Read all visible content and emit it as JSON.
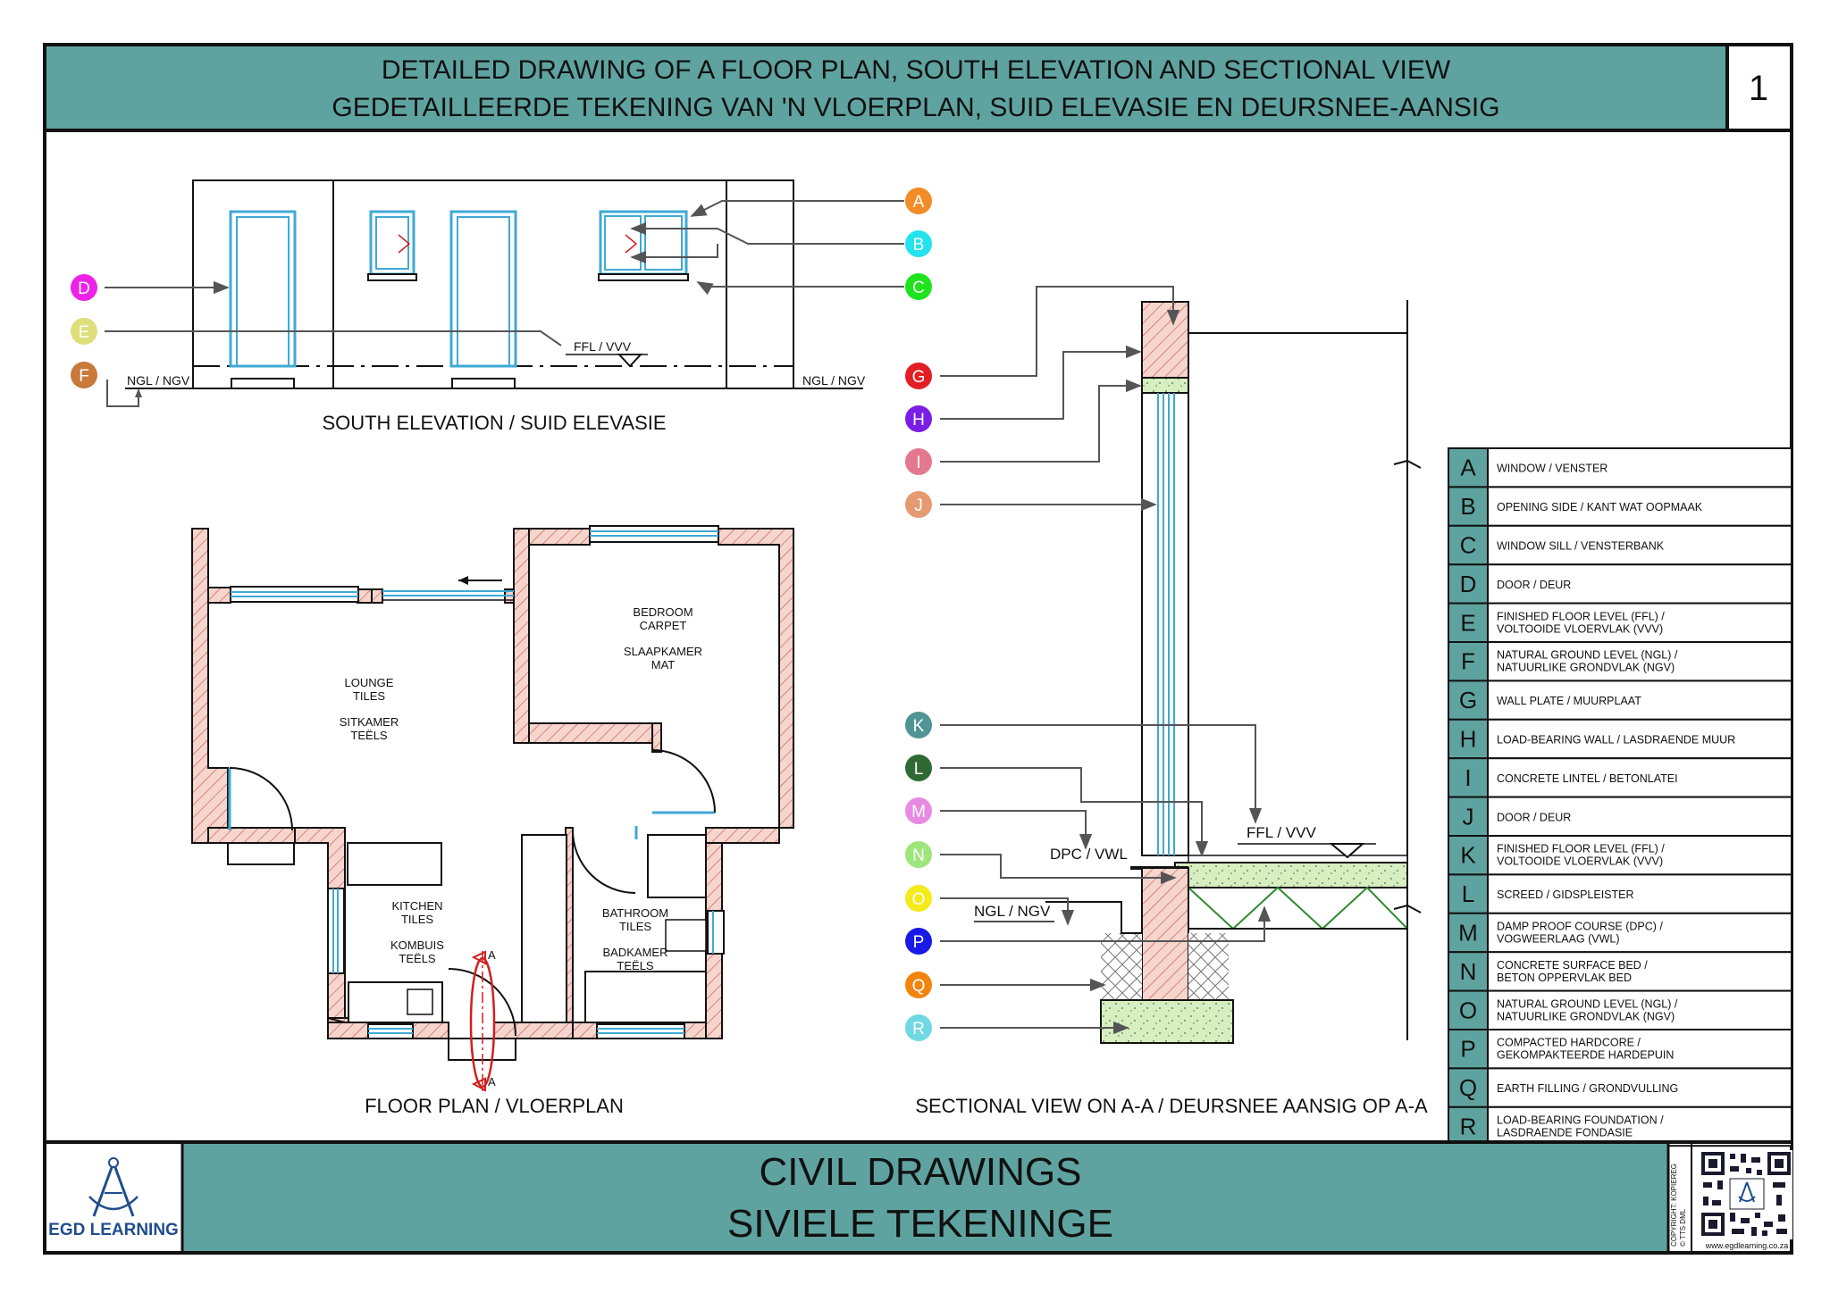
{
  "header": {
    "title_line1": "DETAILED DRAWING OF A FLOOR PLAN, SOUTH ELEVATION AND SECTIONAL VIEW",
    "title_line2": "GEDETAILLEERDE TEKENING VAN 'N VLOERPLAN, SUID ELEVASIE EN DEURSNEE-AANSIG",
    "sheet_number": "1"
  },
  "elevation": {
    "caption": "SOUTH ELEVATION / SUID ELEVASIE",
    "ffl_label": "FFL / VVV",
    "ngl_left": "NGL / NGV",
    "ngl_right": "NGL / NGV"
  },
  "floor_plan": {
    "caption": "FLOOR PLAN / VLOERPLAN",
    "section_mark_top": "A",
    "section_mark_bottom": "A",
    "rooms": {
      "bedroom": [
        "BEDROOM",
        "CARPET",
        "SLAAPKAMER",
        "MAT"
      ],
      "lounge": [
        "LOUNGE",
        "TILES",
        "SITKAMER",
        "TEËLS"
      ],
      "kitchen": [
        "KITCHEN",
        "TILES",
        "KOMBUIS",
        "TEËLS"
      ],
      "bathroom": [
        "BATHROOM",
        "TILES",
        "BADKAMER",
        "TEËLS"
      ]
    }
  },
  "section": {
    "caption": "SECTIONAL VIEW ON A-A / DEURSNEE AANSIG OP A-A",
    "ffl_label": "FFL / VVV",
    "dpc_label": "DPC / VWL",
    "ngl_label": "NGL / NGV"
  },
  "markers": [
    {
      "letter": "A",
      "color": "#f28c28"
    },
    {
      "letter": "B",
      "color": "#22e3ee"
    },
    {
      "letter": "C",
      "color": "#1ee41e"
    },
    {
      "letter": "D",
      "color": "#ee22e6"
    },
    {
      "letter": "E",
      "color": "#dede7a"
    },
    {
      "letter": "F",
      "color": "#c77a3a"
    },
    {
      "letter": "G",
      "color": "#e31e24"
    },
    {
      "letter": "H",
      "color": "#7a1ee6"
    },
    {
      "letter": "I",
      "color": "#e3788f"
    },
    {
      "letter": "J",
      "color": "#e69a70"
    },
    {
      "letter": "K",
      "color": "#4f9595"
    },
    {
      "letter": "L",
      "color": "#2f6a35"
    },
    {
      "letter": "M",
      "color": "#e88ae2"
    },
    {
      "letter": "N",
      "color": "#9ee57c"
    },
    {
      "letter": "O",
      "color": "#f5ea1a"
    },
    {
      "letter": "P",
      "color": "#1a1ae6"
    },
    {
      "letter": "Q",
      "color": "#f2840e"
    },
    {
      "letter": "R",
      "color": "#6fd8e2"
    }
  ],
  "legend": [
    {
      "letter": "A",
      "text": [
        "WINDOW / VENSTER"
      ]
    },
    {
      "letter": "B",
      "text": [
        "OPENING SIDE / KANT WAT OOPMAAK"
      ]
    },
    {
      "letter": "C",
      "text": [
        "WINDOW SILL / VENSTERBANK"
      ]
    },
    {
      "letter": "D",
      "text": [
        "DOOR / DEUR"
      ]
    },
    {
      "letter": "E",
      "text": [
        "FINISHED FLOOR LEVEL (FFL) /",
        "VOLTOOIDE VLOERVLAK (VVV)"
      ]
    },
    {
      "letter": "F",
      "text": [
        "NATURAL GROUND LEVEL (NGL) /",
        "NATUURLIKE GRONDVLAK (NGV)"
      ]
    },
    {
      "letter": "G",
      "text": [
        "WALL PLATE / MUURPLAAT"
      ]
    },
    {
      "letter": "H",
      "text": [
        "LOAD-BEARING WALL / LASDRAENDE MUUR"
      ]
    },
    {
      "letter": "I",
      "text": [
        "CONCRETE LINTEL / BETONLATEI"
      ]
    },
    {
      "letter": "J",
      "text": [
        "DOOR / DEUR"
      ]
    },
    {
      "letter": "K",
      "text": [
        "FINISHED FLOOR LEVEL (FFL) /",
        "VOLTOOIDE VLOERVLAK (VVV)"
      ]
    },
    {
      "letter": "L",
      "text": [
        "SCREED / GIDSPLEISTER"
      ]
    },
    {
      "letter": "M",
      "text": [
        "DAMP PROOF COURSE (DPC) /",
        "VOGWEERLAAG (VWL)"
      ]
    },
    {
      "letter": "N",
      "text": [
        "CONCRETE SURFACE BED /",
        "BETON OPPERVLAK BED"
      ]
    },
    {
      "letter": "O",
      "text": [
        "NATURAL GROUND LEVEL (NGL) /",
        "NATUURLIKE GRONDVLAK (NGV)"
      ]
    },
    {
      "letter": "P",
      "text": [
        "COMPACTED HARDCORE /",
        "GEKOMPAKTEERDE HARDEPUIN"
      ]
    },
    {
      "letter": "Q",
      "text": [
        "EARTH FILLING / GRONDVULLING"
      ]
    },
    {
      "letter": "R",
      "text": [
        "LOAD-BEARING FOUNDATION /",
        "LASDRAENDE FONDASIE"
      ]
    }
  ],
  "footer": {
    "logo_text": "EGD LEARNING",
    "title_line1": "CIVIL DRAWINGS",
    "title_line2": "SIVIELE TEKENINGE",
    "copyright_line1": "COPYRIGHT: KOPIEREG",
    "copyright_line2": "© TTS DML",
    "website": "www.egdlearning.co.za"
  },
  "colors": {
    "teal": "#5fa3a0",
    "brick": "#f6d5cc",
    "brick_stroke": "#c0504d",
    "glass": "#3fa9d6",
    "concrete": "#d7efc0",
    "leader": "#555555",
    "section_red": "#d21f1f"
  }
}
